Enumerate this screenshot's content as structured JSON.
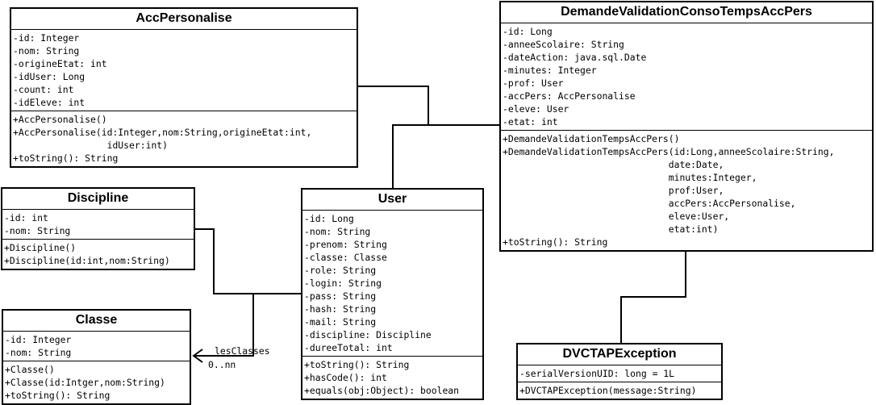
{
  "classes": {
    "accpersonalise": {
      "name": "AccPersonalise",
      "attributes": [
        "-id: Integer",
        "-nom: String",
        "-origineEtat: int",
        "-idUser: Long",
        "-count: int",
        "-idEleve: int"
      ],
      "operations": [
        "+AccPersonalise()",
        "+AccPersonalise(id:Integer,nom:String,origineEtat:int,",
        "                 idUser:int)",
        "+toString(): String"
      ]
    },
    "demande": {
      "name": "DemandeValidationConsoTempsAccPers",
      "attributes": [
        "-id: Long",
        "-anneeScolaire: String",
        "-dateAction: java.sql.Date",
        "-minutes: Integer",
        "-prof: User",
        "-accPers: AccPersonalise",
        "-eleve: User",
        "-etat: int"
      ],
      "operations": [
        "+DemandeValidationTempsAccPers()",
        "+DemandeValidationTempsAccPers(id:Long,anneeScolaire:String,",
        "                              date:Date,",
        "                              minutes:Integer,",
        "                              prof:User,",
        "                              accPers:AccPersonalise,",
        "                              eleve:User,",
        "                              etat:int)",
        "+toString(): String"
      ]
    },
    "discipline": {
      "name": "Discipline",
      "attributes": [
        "-id: int",
        "-nom: String"
      ],
      "operations": [
        "+Discipline()",
        "+Discipline(id:int,nom:String)"
      ]
    },
    "user": {
      "name": "User",
      "attributes": [
        "-id: Long",
        "-nom: String",
        "-prenom: String",
        "-classe: Classe",
        "-role: String",
        "-login: String",
        "-pass: String",
        "-hash: String",
        "-mail: String",
        "-discipline: Discipline",
        "-dureeTotal: int"
      ],
      "operations": [
        "+toString(): String",
        "+hasCode(): int",
        "+equals(obj:Object): boolean"
      ]
    },
    "classe": {
      "name": "Classe",
      "attributes": [
        "-id: Integer",
        "-nom: String"
      ],
      "operations": [
        "+Classe()",
        "+Classe(id:Intger,nom:String)",
        "+toString(): String"
      ]
    },
    "dvctap": {
      "name": "DVCTAPException",
      "attributes": [
        "-serialVersionUID: long = 1L"
      ],
      "operations": [
        "+DVCTAPException(message:String)"
      ]
    }
  },
  "association": {
    "role": "lesClasses",
    "multiplicity": "0..nn"
  }
}
